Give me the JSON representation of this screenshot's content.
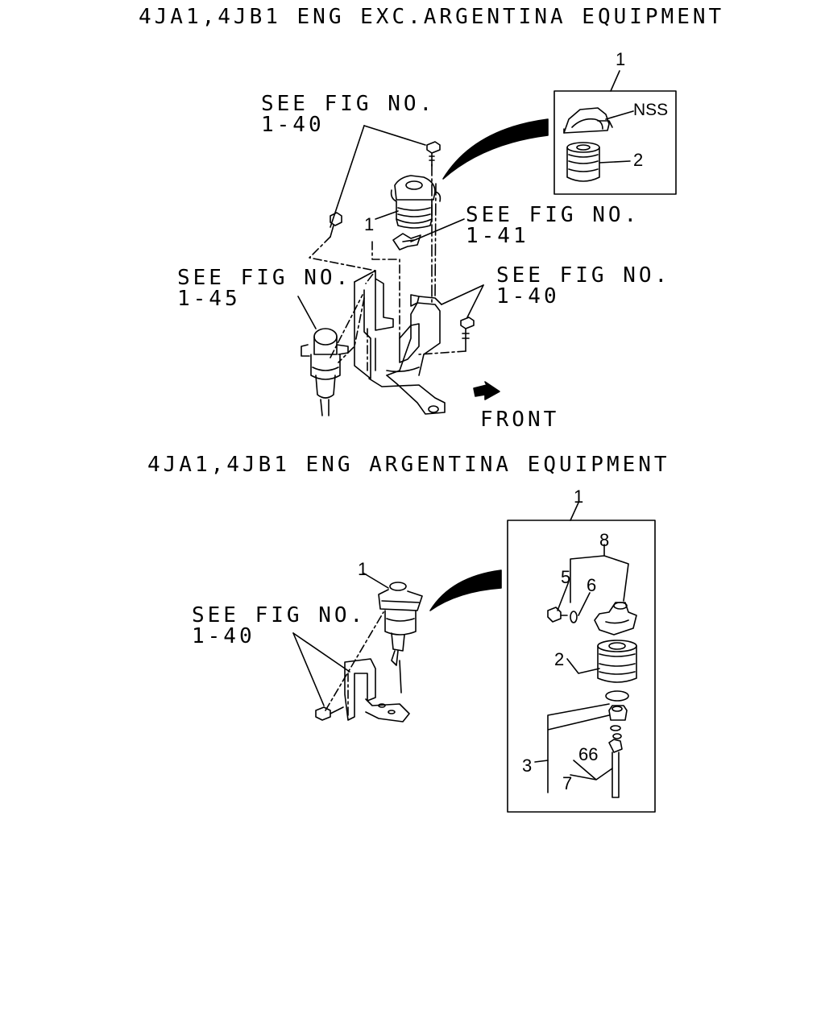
{
  "sections": [
    {
      "title": "4JA1,4JB1 ENG EXC.ARGENTINA EQUIPMENT",
      "refs": {
        "top_left": "SEE FIG NO.\n1-40",
        "middle_center": "SEE FIG NO.\n1-41",
        "left": "SEE FIG NO.\n1-45",
        "right": "SEE FIG NO.\n1-40"
      },
      "front_label": "FRONT",
      "callouts": {
        "main_part": "1",
        "inset_group": "1",
        "nss": "NSS",
        "filter_element": "2"
      }
    },
    {
      "title": "4JA1,4JB1 ENG ARGENTINA EQUIPMENT",
      "refs": {
        "left": "SEE FIG NO.\n1-40"
      },
      "callouts": {
        "main_part": "1",
        "inset_group": "1",
        "n8": "8",
        "n5": "5",
        "n6": "6",
        "n2": "2",
        "n3": "3",
        "n66": "66",
        "n7": "7"
      }
    }
  ]
}
